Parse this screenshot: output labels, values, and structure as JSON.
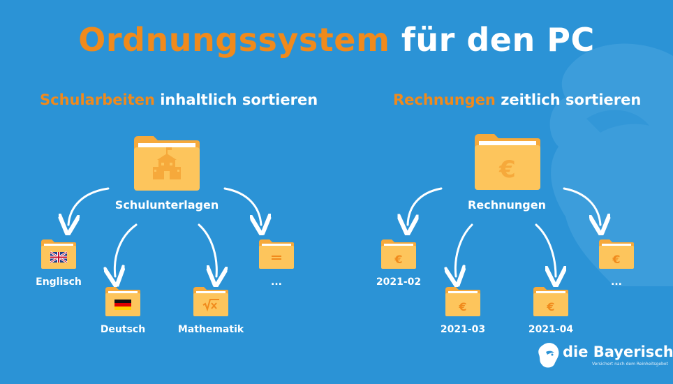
{
  "title": {
    "highlight": "Ordnungssystem",
    "rest": "für den PC"
  },
  "left": {
    "heading_highlight": "Schularbeiten",
    "heading_rest": "inhaltlich sortieren",
    "main_label": "Schulunterlagen",
    "children": [
      "Englisch",
      "Deutsch",
      "Mathematik",
      "..."
    ]
  },
  "right": {
    "heading_highlight": "Rechnungen",
    "heading_rest": "zeitlich sortieren",
    "main_label": "Rechnungen",
    "main_symbol": "€",
    "child_symbol": "€",
    "children": [
      "2021-02",
      "2021-03",
      "2021-04",
      "..."
    ]
  },
  "logo": {
    "name": "die Bayerische",
    "tagline": "Versichert nach dem Reinheitsgebot"
  },
  "colors": {
    "background": "#2b93d6",
    "accent": "#f08a1c",
    "folder": "#fdc55c",
    "folder_tab": "#f6a93b"
  }
}
